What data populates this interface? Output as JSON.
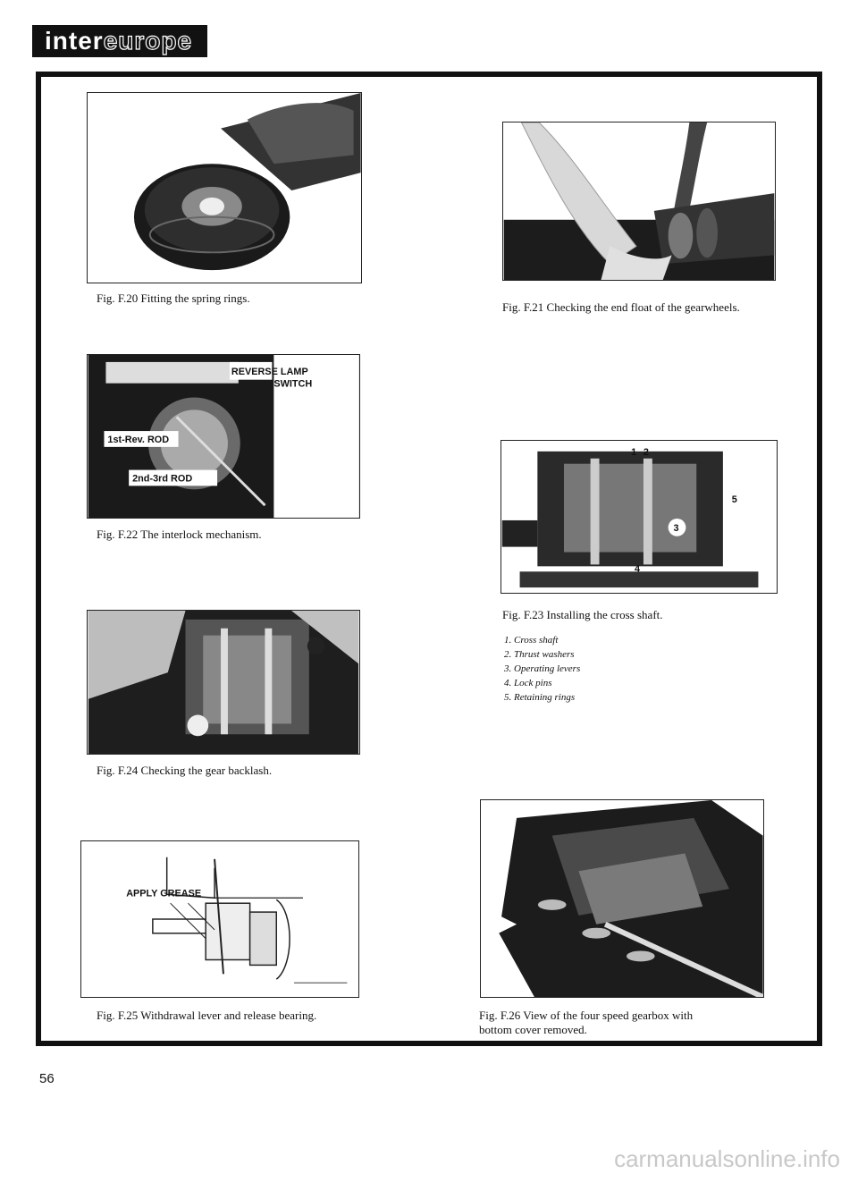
{
  "header": {
    "logo_left": "inter",
    "logo_right": "europe"
  },
  "figures": {
    "f20": {
      "caption": "Fig. F.20 Fitting the spring rings."
    },
    "f21": {
      "caption": "Fig. F.21 Checking the end float of the gearwheels."
    },
    "f22": {
      "caption": "Fig. F.22 The interlock mechanism.",
      "labels": [
        "REVERSE LAMP",
        "SWITCH",
        "1st-Rev. ROD",
        "2nd-3rd ROD"
      ]
    },
    "f23": {
      "caption": "Fig. F.23 Installing the cross shaft.",
      "callouts": [
        "1",
        "2",
        "3",
        "4",
        "5"
      ],
      "legend": [
        "1. Cross shaft",
        "2. Thrust washers",
        "3. Operating levers",
        "4. Lock pins",
        "5. Retaining rings"
      ]
    },
    "f24": {
      "caption": "Fig. F.24 Checking the gear backlash."
    },
    "f25": {
      "caption": "Fig. F.25 Withdrawal lever and release bearing.",
      "labels": [
        "APPLY GREASE"
      ]
    },
    "f26": {
      "caption_line1": "Fig. F.26 View of the four speed gearbox with",
      "caption_line2": "bottom cover removed."
    }
  },
  "footer": {
    "page_number": "56",
    "watermark": "carmanualsonline.info"
  }
}
